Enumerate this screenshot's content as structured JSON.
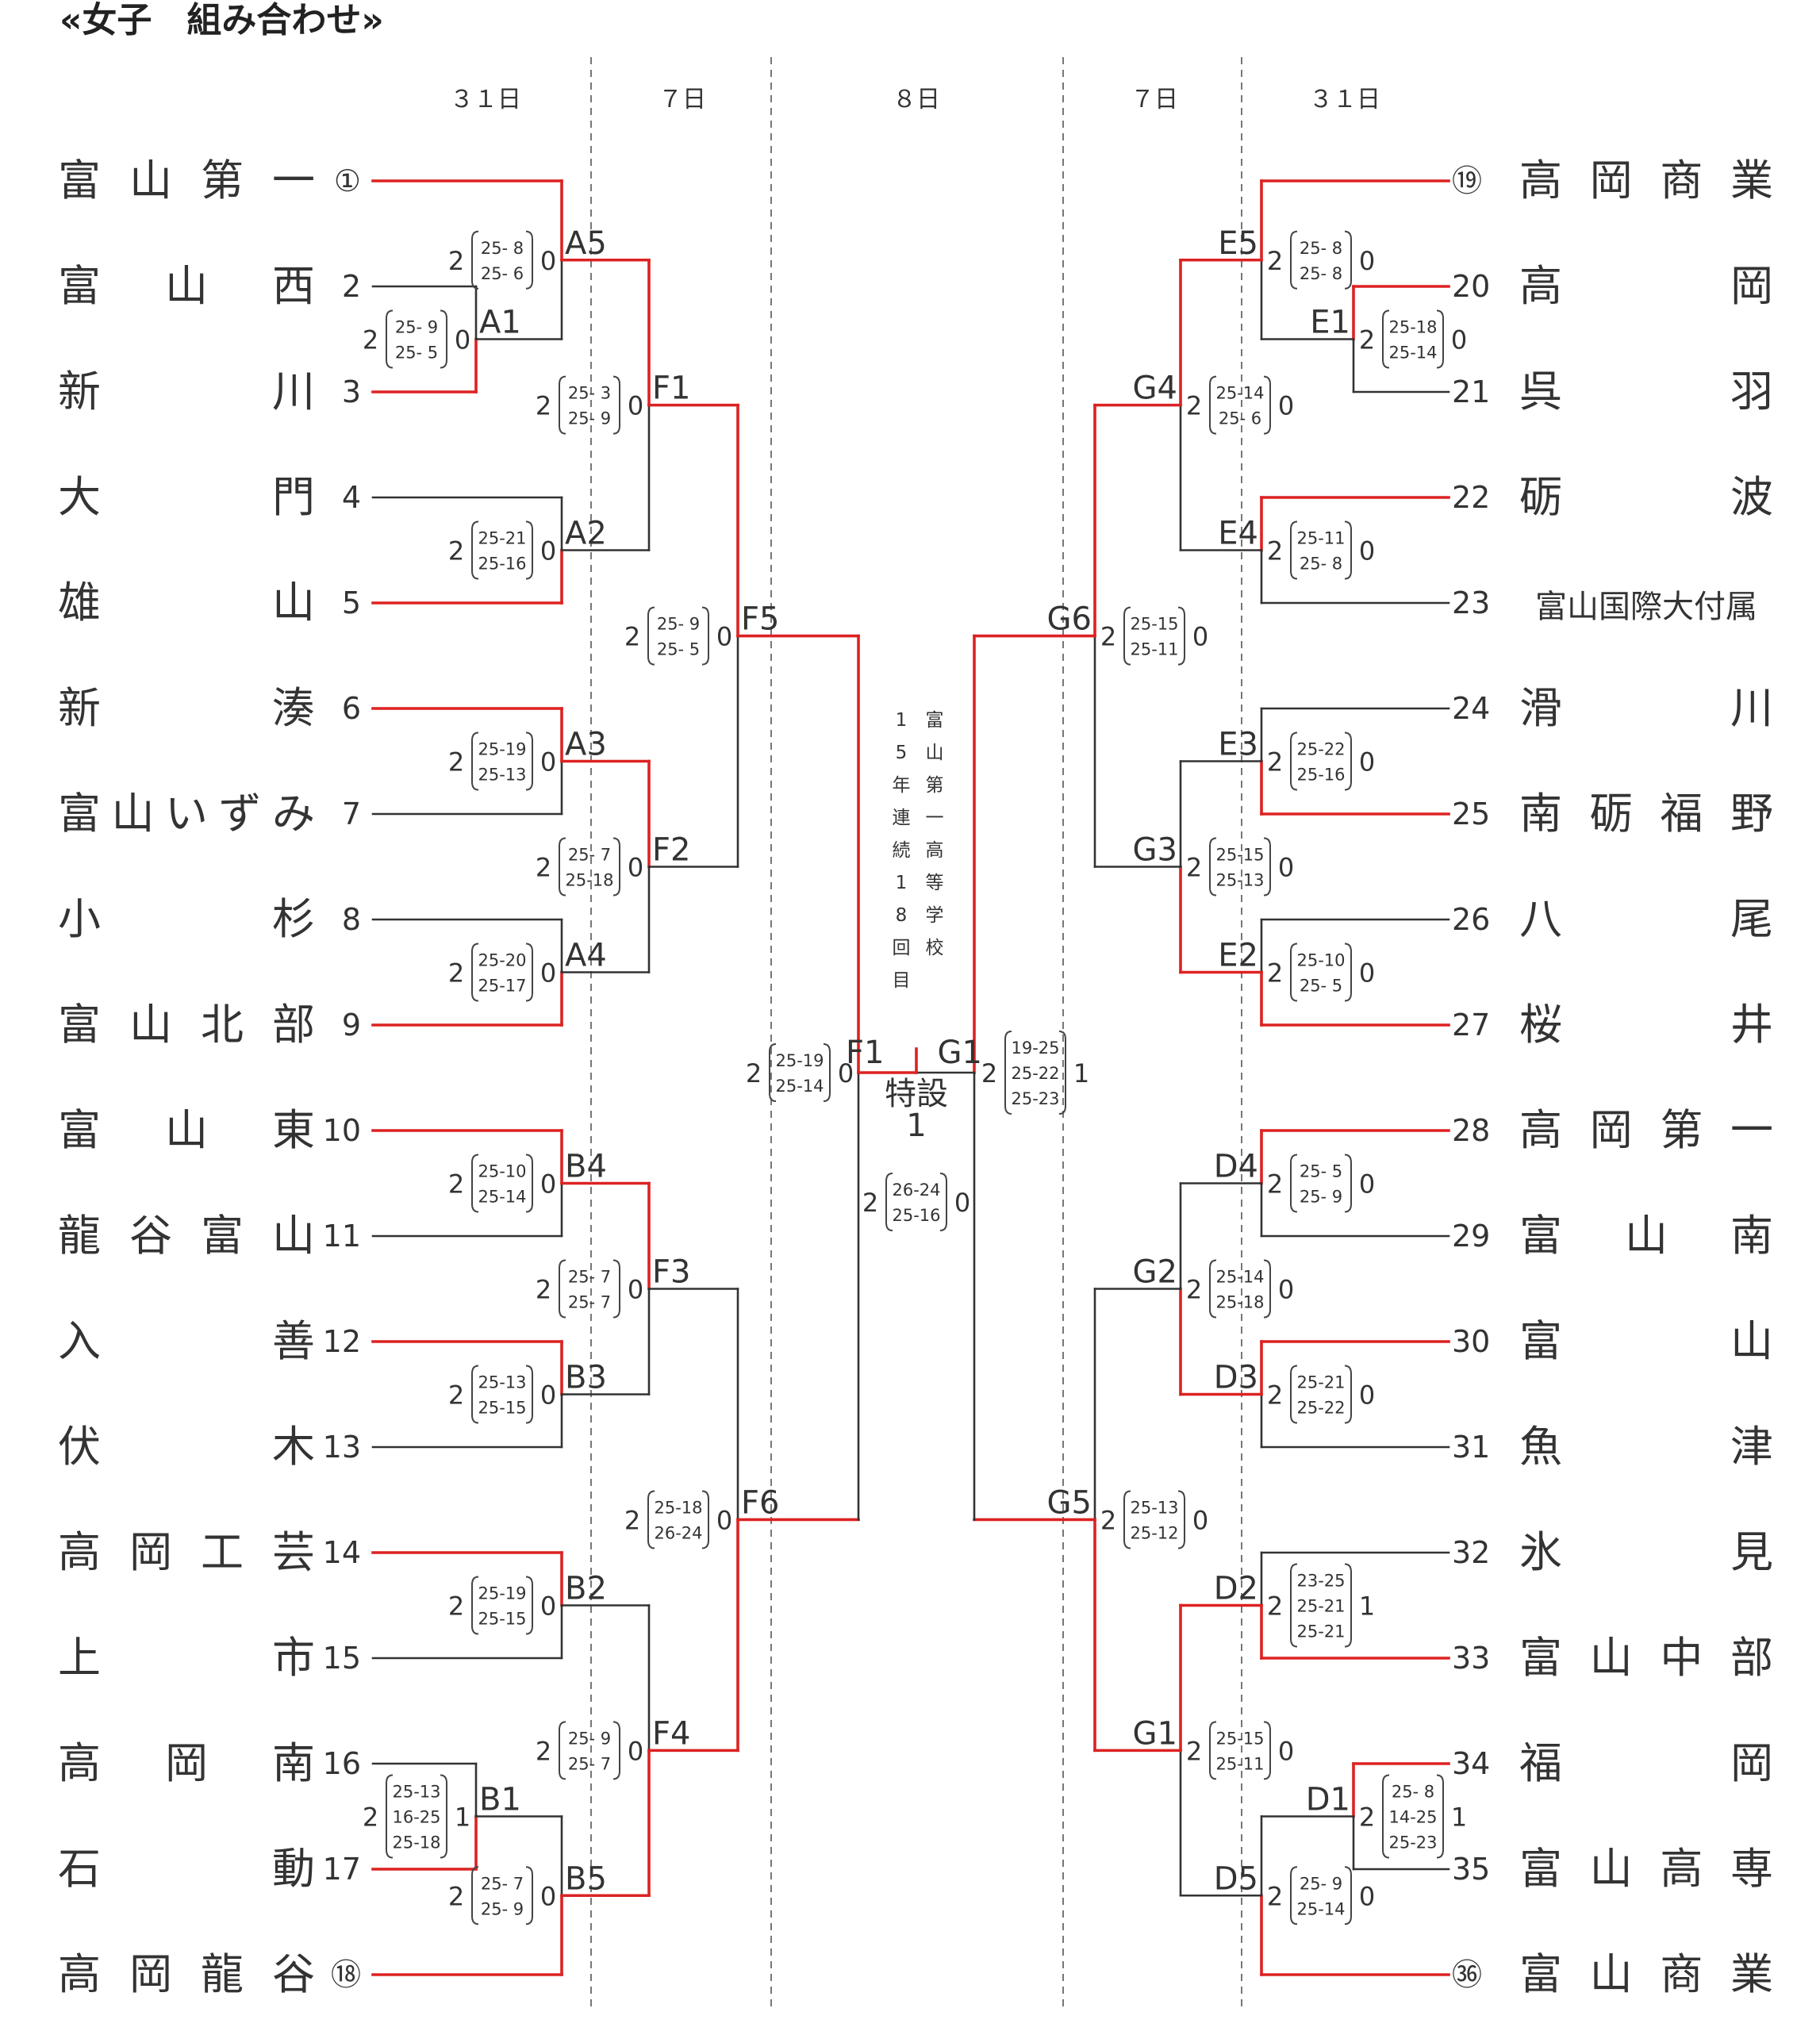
{
  "title": "«女子　組み合わせ»",
  "days": [
    "３１日",
    "７日",
    "８日",
    "７日",
    "３１日"
  ],
  "left_teams": [
    {
      "name": "富山第一",
      "seed": "①"
    },
    {
      "name": "富山西",
      "seed": "2"
    },
    {
      "name": "新川",
      "seed": "3"
    },
    {
      "name": "大門",
      "seed": "4"
    },
    {
      "name": "雄山",
      "seed": "5"
    },
    {
      "name": "新湊",
      "seed": "6"
    },
    {
      "name": "富山いずみ",
      "seed": "7"
    },
    {
      "name": "小杉",
      "seed": "8"
    },
    {
      "name": "富山北部",
      "seed": "9"
    },
    {
      "name": "富山東",
      "seed": "10"
    },
    {
      "name": "龍谷富山",
      "seed": "11"
    },
    {
      "name": "入善",
      "seed": "12"
    },
    {
      "name": "伏木",
      "seed": "13"
    },
    {
      "name": "高岡工芸",
      "seed": "14"
    },
    {
      "name": "上市",
      "seed": "15"
    },
    {
      "name": "高岡南",
      "seed": "16"
    },
    {
      "name": "石動",
      "seed": "17"
    },
    {
      "name": "高岡龍谷",
      "seed": "⑱"
    }
  ],
  "right_teams": [
    {
      "name": "高岡商業",
      "seed": "⑲"
    },
    {
      "name": "高岡",
      "seed": "20"
    },
    {
      "name": "呉羽",
      "seed": "21"
    },
    {
      "name": "砺波",
      "seed": "22"
    },
    {
      "name": "富山国際大付属",
      "seed": "23"
    },
    {
      "name": "滑川",
      "seed": "24"
    },
    {
      "name": "南砺福野",
      "seed": "25"
    },
    {
      "name": "八尾",
      "seed": "26"
    },
    {
      "name": "桜井",
      "seed": "27"
    },
    {
      "name": "高岡第一",
      "seed": "28"
    },
    {
      "name": "富山南",
      "seed": "29"
    },
    {
      "name": "富山",
      "seed": "30"
    },
    {
      "name": "魚津",
      "seed": "31"
    },
    {
      "name": "氷見",
      "seed": "32"
    },
    {
      "name": "富山中部",
      "seed": "33"
    },
    {
      "name": "福岡",
      "seed": "34"
    },
    {
      "name": "富山高専",
      "seed": "35"
    },
    {
      "name": "富山商業",
      "seed": "㊱"
    }
  ],
  "matches": [
    {
      "label": "A1",
      "side": "L",
      "round": 0,
      "score": [
        "2",
        "0"
      ],
      "sets": [
        "25- 9",
        "25- 5"
      ],
      "winner": "bottom"
    },
    {
      "label": "A5",
      "side": "L",
      "round": 0,
      "score": [
        "2",
        "0"
      ],
      "sets": [
        "25- 8",
        "25- 6"
      ],
      "winner": "top"
    },
    {
      "label": "A2",
      "side": "L",
      "round": 0,
      "score": [
        "2",
        "0"
      ],
      "sets": [
        "25-21",
        "25-16"
      ],
      "winner": "bottom"
    },
    {
      "label": "A3",
      "side": "L",
      "round": 0,
      "score": [
        "2",
        "0"
      ],
      "sets": [
        "25-19",
        "25-13"
      ],
      "winner": "top"
    },
    {
      "label": "A4",
      "side": "L",
      "round": 0,
      "score": [
        "2",
        "0"
      ],
      "sets": [
        "25-20",
        "25-17"
      ],
      "winner": "bottom"
    },
    {
      "label": "B4",
      "side": "L",
      "round": 0,
      "score": [
        "2",
        "0"
      ],
      "sets": [
        "25-10",
        "25-14"
      ],
      "winner": "top"
    },
    {
      "label": "B3",
      "side": "L",
      "round": 0,
      "score": [
        "2",
        "0"
      ],
      "sets": [
        "25-13",
        "25-15"
      ],
      "winner": "top"
    },
    {
      "label": "B2",
      "side": "L",
      "round": 0,
      "score": [
        "2",
        "0"
      ],
      "sets": [
        "25-19",
        "25-15"
      ],
      "winner": "top"
    },
    {
      "label": "B1",
      "side": "L",
      "round": 0,
      "score": [
        "2",
        "1"
      ],
      "sets": [
        "25-13",
        "16-25",
        "25-18"
      ],
      "winner": "bottom"
    },
    {
      "label": "B5",
      "side": "L",
      "round": 0,
      "score": [
        "2",
        "0"
      ],
      "sets": [
        "25- 7",
        "25- 9"
      ],
      "winner": "bottom"
    },
    {
      "label": "F1",
      "side": "L",
      "round": 1,
      "score": [
        "2",
        "0"
      ],
      "sets": [
        "25- 3",
        "25- 9"
      ],
      "winner": "top"
    },
    {
      "label": "F2",
      "side": "L",
      "round": 1,
      "score": [
        "2",
        "0"
      ],
      "sets": [
        "25- 7",
        "25-18"
      ],
      "winner": "top"
    },
    {
      "label": "F3",
      "side": "L",
      "round": 1,
      "score": [
        "2",
        "0"
      ],
      "sets": [
        "25- 7",
        "25- 7"
      ],
      "winner": "top"
    },
    {
      "label": "F4",
      "side": "L",
      "round": 1,
      "score": [
        "2",
        "0"
      ],
      "sets": [
        "25- 9",
        "25- 7"
      ],
      "winner": "bottom"
    },
    {
      "label": "F5",
      "side": "L",
      "round": 2,
      "score": [
        "2",
        "0"
      ],
      "sets": [
        "25- 9",
        "25- 5"
      ],
      "winner": "top"
    },
    {
      "label": "F6",
      "side": "L",
      "round": 2,
      "score": [
        "2",
        "0"
      ],
      "sets": [
        "25-18",
        "26-24"
      ],
      "winner": "bottom"
    },
    {
      "label": "E5",
      "side": "R",
      "round": 0,
      "score": [
        "2",
        "0"
      ],
      "sets": [
        "25- 8",
        "25- 8"
      ],
      "winner": "top"
    },
    {
      "label": "E1",
      "side": "R",
      "round": 0,
      "score": [
        "2",
        "0"
      ],
      "sets": [
        "25-18",
        "25-14"
      ],
      "winner": "top"
    },
    {
      "label": "E4",
      "side": "R",
      "round": 0,
      "score": [
        "2",
        "0"
      ],
      "sets": [
        "25-11",
        "25- 8"
      ],
      "winner": "top"
    },
    {
      "label": "E3",
      "side": "R",
      "round": 0,
      "score": [
        "2",
        "0"
      ],
      "sets": [
        "25-22",
        "25-16"
      ],
      "winner": "bottom"
    },
    {
      "label": "E2",
      "side": "R",
      "round": 0,
      "score": [
        "2",
        "0"
      ],
      "sets": [
        "25-10",
        "25- 5"
      ],
      "winner": "bottom"
    },
    {
      "label": "D4",
      "side": "R",
      "round": 0,
      "score": [
        "2",
        "0"
      ],
      "sets": [
        "25- 5",
        "25- 9"
      ],
      "winner": "top"
    },
    {
      "label": "D3",
      "side": "R",
      "round": 0,
      "score": [
        "2",
        "0"
      ],
      "sets": [
        "25-21",
        "25-22"
      ],
      "winner": "top"
    },
    {
      "label": "D2",
      "side": "R",
      "round": 0,
      "score": [
        "2",
        "1"
      ],
      "sets": [
        "23-25",
        "25-21",
        "25-21"
      ],
      "winner": "bottom"
    },
    {
      "label": "D1",
      "side": "R",
      "round": 0,
      "score": [
        "2",
        "1"
      ],
      "sets": [
        "25- 8",
        "14-25",
        "25-23"
      ],
      "winner": "top"
    },
    {
      "label": "D5",
      "side": "R",
      "round": 0,
      "score": [
        "2",
        "0"
      ],
      "sets": [
        "25- 9",
        "25-14"
      ],
      "winner": "bottom"
    },
    {
      "label": "G4",
      "side": "R",
      "round": 1,
      "score": [
        "2",
        "0"
      ],
      "sets": [
        "25-14",
        "25- 6"
      ],
      "winner": "top"
    },
    {
      "label": "G3",
      "side": "R",
      "round": 1,
      "score": [
        "2",
        "0"
      ],
      "sets": [
        "25-15",
        "25-13"
      ],
      "winner": "bottom"
    },
    {
      "label": "G2",
      "side": "R",
      "round": 1,
      "score": [
        "2",
        "0"
      ],
      "sets": [
        "25-14",
        "25-18"
      ],
      "winner": "bottom"
    },
    {
      "label": "G1",
      "side": "R",
      "round": 1,
      "score": [
        "2",
        "0"
      ],
      "sets": [
        "25-15",
        "25-11"
      ],
      "winner": "top"
    },
    {
      "label": "G6",
      "side": "R",
      "round": 2,
      "score": [
        "2",
        "0"
      ],
      "sets": [
        "25-15",
        "25-11"
      ],
      "winner": "top"
    },
    {
      "label": "G5",
      "side": "R",
      "round": 2,
      "score": [
        "2",
        "0"
      ],
      "sets": [
        "25-13",
        "25-12"
      ],
      "winner": "bottom"
    }
  ],
  "semis": {
    "F1": {
      "label": "F1",
      "score": [
        "2",
        "0"
      ],
      "sets": [
        "25-19",
        "25-14"
      ]
    },
    "G1": {
      "label": "G1",
      "score": [
        "2",
        "1"
      ],
      "sets": [
        "19-25",
        "25-22",
        "25-23"
      ]
    },
    "final": {
      "score": [
        "2",
        "0"
      ],
      "sets": [
        "26-24",
        "25-16"
      ]
    }
  },
  "venue": [
    "特設",
    "1"
  ],
  "champion_note": {
    "school": [
      "富",
      "山",
      "第",
      "一",
      "高",
      "等",
      "学",
      "校"
    ],
    "streak": [
      "1",
      "5",
      "年",
      "連",
      "続",
      "1",
      "8",
      "回",
      "目"
    ]
  },
  "colors": {
    "winner_line": "#dd2222",
    "loser_line": "#333333",
    "divider": "#777777"
  }
}
